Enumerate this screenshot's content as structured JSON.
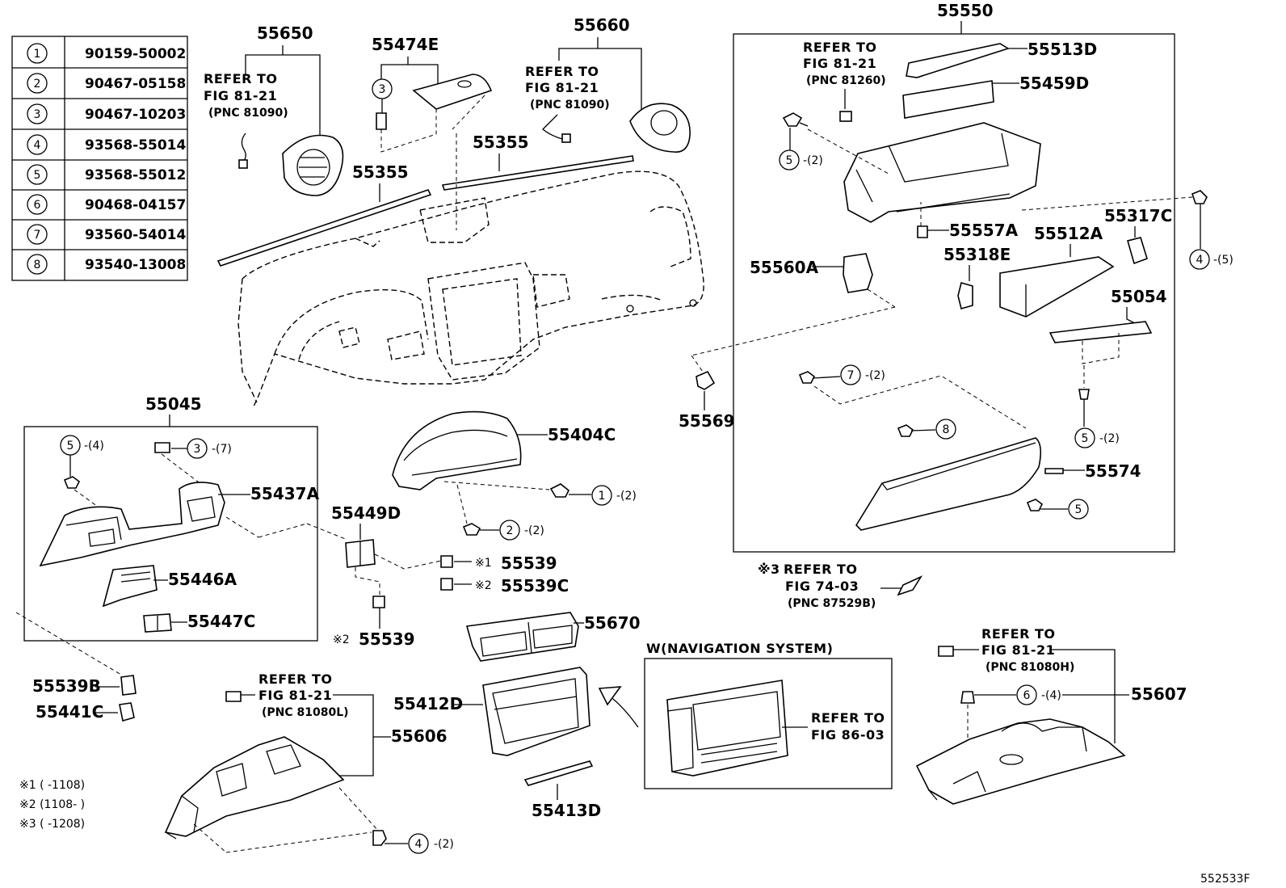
{
  "parts_table": [
    {
      "num": "1",
      "part": "90159-50002"
    },
    {
      "num": "2",
      "part": "90467-05158"
    },
    {
      "num": "3",
      "part": "90467-10203"
    },
    {
      "num": "4",
      "part": "93568-55014"
    },
    {
      "num": "5",
      "part": "93568-55012"
    },
    {
      "num": "6",
      "part": "90468-04157"
    },
    {
      "num": "7",
      "part": "93560-54014"
    },
    {
      "num": "8",
      "part": "93540-13008"
    }
  ],
  "labels": {
    "p55650": "55650",
    "p55474E": "55474E",
    "p55660": "55660",
    "p55550": "55550",
    "p55513D": "55513D",
    "p55459D": "55459D",
    "p55355a": "55355",
    "p55355b": "55355",
    "p55557A": "55557A",
    "p55317C": "55317C",
    "p55512A": "55512A",
    "p55318E": "55318E",
    "p55560A": "55560A",
    "p55054": "55054",
    "p55569": "55569",
    "p55574": "55574",
    "p55045": "55045",
    "p55404C": "55404C",
    "p55437A": "55437A",
    "p55449D": "55449D",
    "p55539a": "55539",
    "p55539C": "55539C",
    "p55539b": "55539",
    "p55446A": "55446A",
    "p55447C": "55447C",
    "p55670": "55670",
    "p55412D": "55412D",
    "p55413D": "55413D",
    "p55606": "55606",
    "p55607": "55607",
    "p55539B": "55539B",
    "p55441C": "55441C"
  },
  "refer": {
    "refer_to": "REFER TO",
    "fig8121": "FIG 81-21",
    "fig7403": "FIG 74-03",
    "fig8603": "FIG 86-03",
    "pnc81090": "(PNC 81090)",
    "pnc81260": "(PNC 81260)",
    "pnc87529B": "(PNC 87529B)",
    "pnc81080L": "(PNC 81080L)",
    "pnc81080H": "(PNC 81080H)"
  },
  "qty": {
    "q2": "-(2)",
    "q4": "-(4)",
    "q5": "-(5)",
    "q7": "-(7)"
  },
  "marks": {
    "m1": "※1",
    "m2": "※2",
    "m3": "※3"
  },
  "nav_title": "W(NAVIGATION SYSTEM)",
  "notes": {
    "n1": "※1 (      -1108)",
    "n2": "※2 (1108-      )",
    "n3": "※3 (      -1208)"
  },
  "figure_id": "552533F"
}
